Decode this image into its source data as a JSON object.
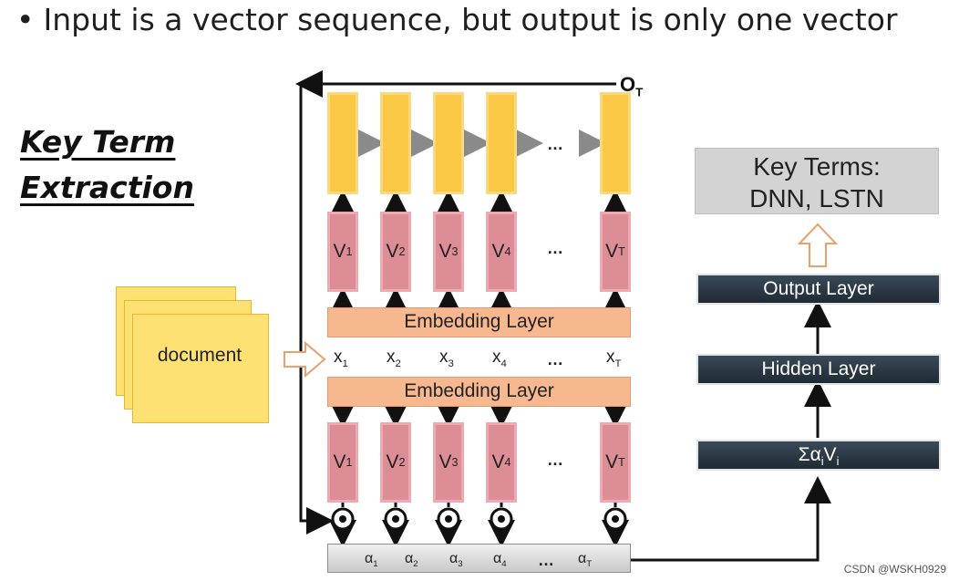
{
  "heading": {
    "bullet": "•",
    "text": "Input is a vector sequence, but output is only one vector"
  },
  "key_term": {
    "line1": "Key Term",
    "line2": "Extraction"
  },
  "document": {
    "label": "document"
  },
  "embedding_top": "Embedding Layer",
  "embedding_bottom": "Embedding Layer",
  "x_labels": [
    "x1",
    "x2",
    "x3",
    "x4",
    "xT"
  ],
  "v_base": "V",
  "v_subs": [
    "1",
    "2",
    "3",
    "4",
    "T"
  ],
  "alpha_base": "α",
  "alpha_subs": [
    "1",
    "2",
    "3",
    "4",
    "T"
  ],
  "dots": "…",
  "o_label": {
    "base": "O",
    "sub": "T"
  },
  "right": {
    "key_terms_line1": "Key Terms:",
    "key_terms_line2": "DNN, LSTN",
    "output_layer": "Output Layer",
    "hidden_layer": "Hidden Layer",
    "sum_base": "Σα",
    "sum_sub1": "i",
    "sum_mid": "V",
    "sum_sub2": "i"
  },
  "watermark": "CSDN @WSKH0929"
}
